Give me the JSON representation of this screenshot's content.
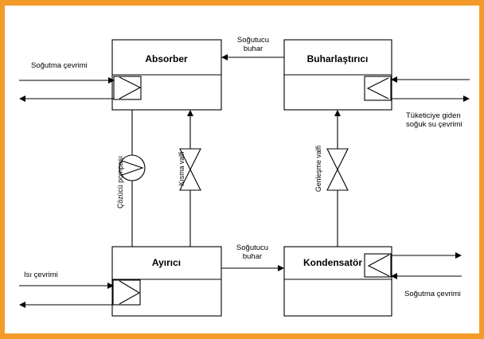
{
  "components": {
    "absorber": "Absorber",
    "evaporator": "Buharlaştırıcı",
    "separator": "Ayırıcı",
    "condenser": "Kondensatör"
  },
  "flows": {
    "vapor_top": [
      "Soğutucu",
      "buhar"
    ],
    "vapor_bottom": [
      "Soğutucu",
      "buhar"
    ],
    "cooling_cycle_top": "Soğutma çevrimi",
    "consumer_cycle": [
      "Tüketiciye giden",
      "soğuk su çevrimi"
    ],
    "heat_cycle": "Isı çevrimi",
    "cooling_cycle_bottom": "Soğutma çevrimi"
  },
  "devices": {
    "pump": "Çözücü pompası",
    "throttle_valve": "Kısma valfi",
    "expansion_valve": "Genleşme valfi"
  },
  "colors": {
    "frame": "#F39A2B",
    "background": "#FFFFFF",
    "lines": "#000000"
  }
}
